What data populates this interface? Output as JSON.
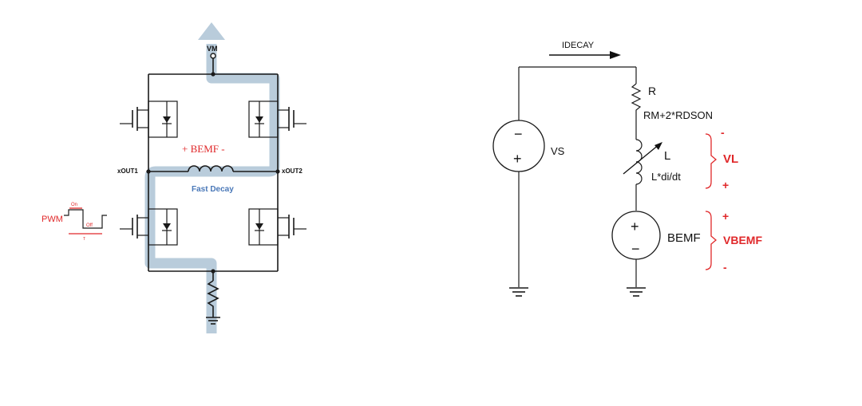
{
  "left_circuit": {
    "vm_label": "VM",
    "xout1_label": "xOUT1",
    "xout2_label": "xOUT2",
    "bemf_label": "+ BEMF -",
    "fast_decay_label": "Fast Decay",
    "pwm_label": "PWM",
    "on_label": "On",
    "off_label": "Off",
    "period_label": "T",
    "colors": {
      "current_path": "#b9ccdb",
      "bemf": "#e0282a",
      "fast_decay": "#4a78b8",
      "pwm": "#e0282a"
    }
  },
  "right_circuit": {
    "idecay_label": "IDECAY",
    "vs_label": "VS",
    "r_label": "R",
    "r_value": "RM+2*RDSON",
    "l_label": "L",
    "l_value": "L*di/dt",
    "vl_label": "VL",
    "bemf_label": "BEMF",
    "vbemf_label": "VBEMF",
    "vl_minus": "-",
    "vl_plus": "+",
    "vbemf_plus": "+",
    "vbemf_minus": "-",
    "source_minus": "−",
    "source_plus": "+",
    "colors": {
      "polarity": "#e0282a"
    }
  }
}
